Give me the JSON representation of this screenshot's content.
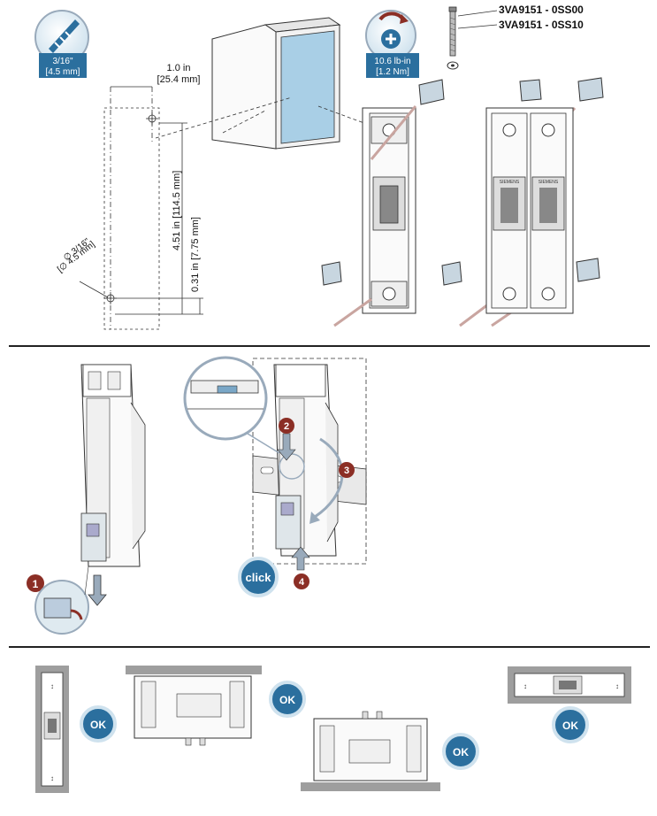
{
  "tool": {
    "drill_inch": "3/16\"",
    "drill_mm": "[4.5 mm]"
  },
  "torque": {
    "inlb": "10.6 lb-in",
    "nm": "[1.2 Nm]"
  },
  "parts": {
    "code1": "3VA9151 - 0SS00",
    "code2": "3VA9151 - 0SS10"
  },
  "dims": {
    "width_in": "1.0 in",
    "width_mm": "[25.4 mm]",
    "height": "4.51 in [114.5 mm]",
    "offset": "0.31 in [7.75 mm]",
    "hole_in": "∅ 3/16\"",
    "hole_mm": "[∅ 4.5 mm]"
  },
  "brand": "SIEMENS",
  "steps": {
    "s1": "1",
    "s2": "2",
    "s3": "3",
    "s4": "4"
  },
  "click_label": "click",
  "ok_label": "OK",
  "colors": {
    "accent": "#2b6f9e",
    "badge_red": "#8b2e25",
    "gray": "#9e9e9e",
    "pale_blue": "#a9cfe6"
  }
}
